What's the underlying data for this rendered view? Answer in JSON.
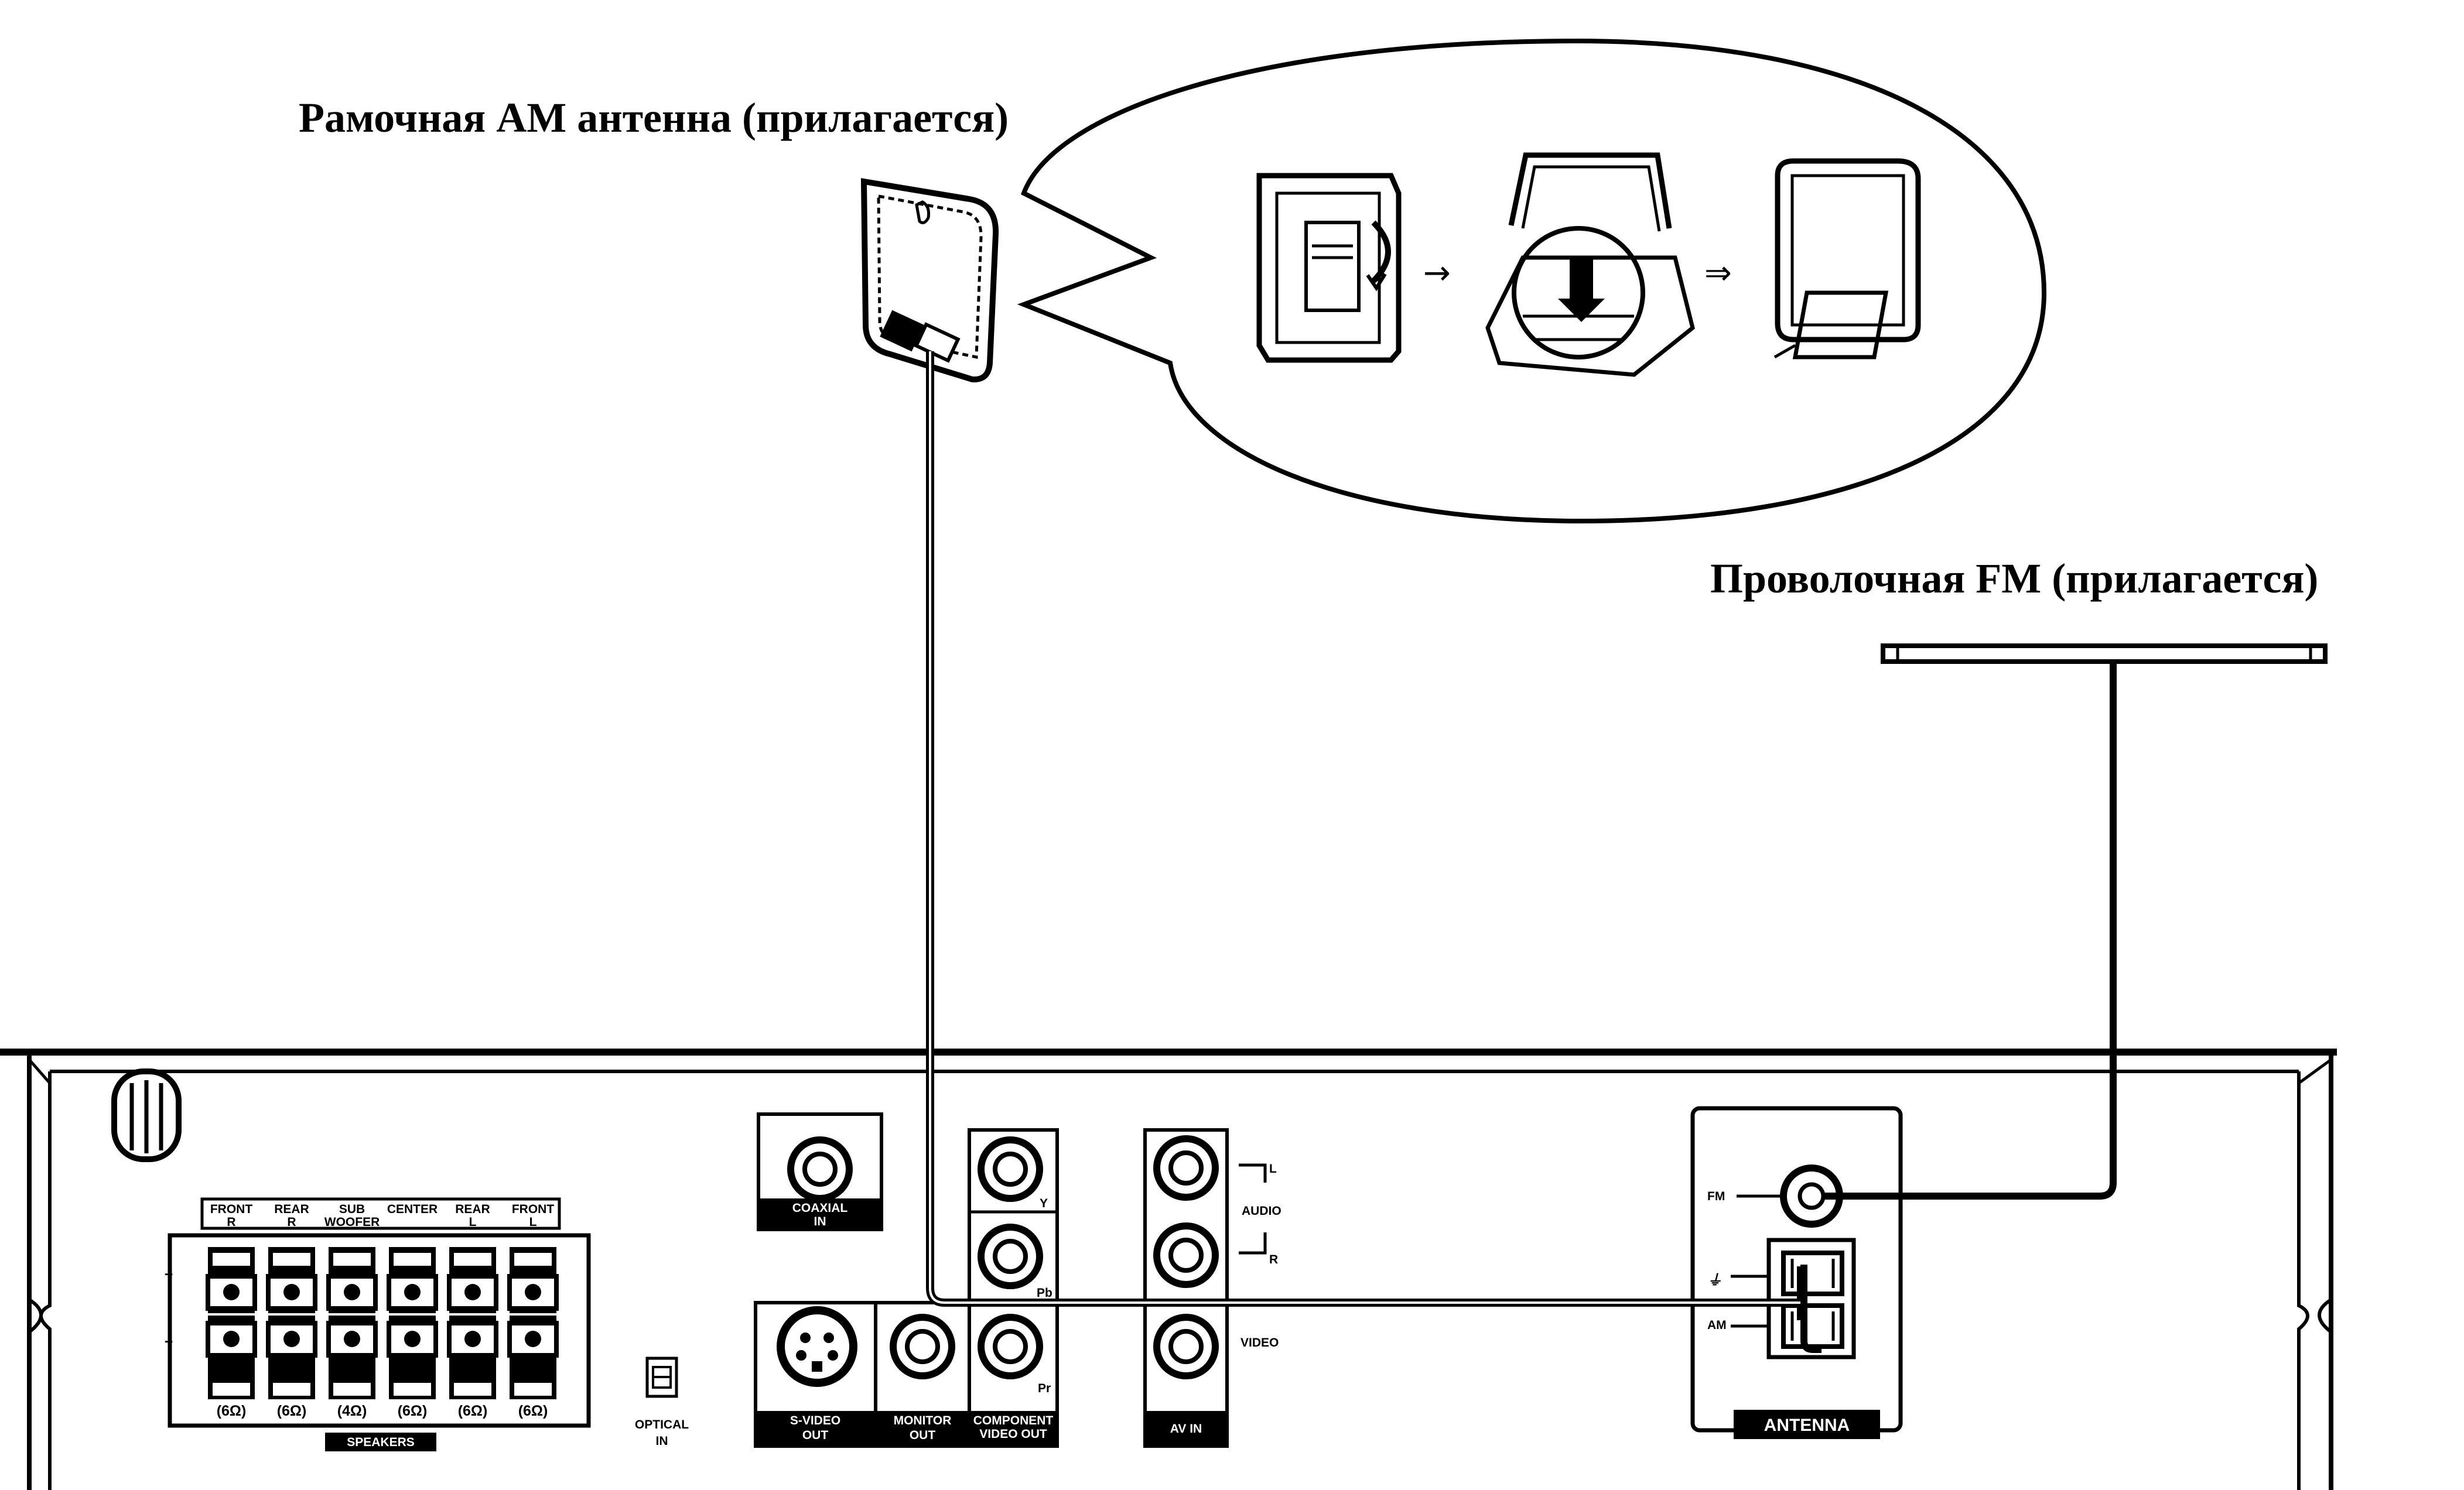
{
  "titles": {
    "am_antenna": "Рамочная AM антенна (прилагается)",
    "fm_antenna": "Проволочная FM (прилагается)"
  },
  "assembly": {
    "arrow_1": "→",
    "arrow_2": "⇒"
  },
  "speakers": {
    "channels": [
      {
        "line1": "FRONT",
        "line2": "R",
        "impedance": "(6Ω)"
      },
      {
        "line1": "REAR",
        "line2": "R",
        "impedance": "(6Ω)"
      },
      {
        "line1": "SUB",
        "line2": "WOOFER",
        "impedance": "(4Ω)"
      },
      {
        "line1": "CENTER",
        "line2": "",
        "impedance": "(6Ω)"
      },
      {
        "line1": "REAR",
        "line2": "L",
        "impedance": "(6Ω)"
      },
      {
        "line1": "FRONT",
        "line2": "L",
        "impedance": "(6Ω)"
      }
    ],
    "plus": "+",
    "minus": "−",
    "label": "SPEAKERS"
  },
  "ports": {
    "optical_in": [
      "OPTICAL",
      "IN"
    ],
    "coaxial_in": [
      "COAXIAL",
      "IN"
    ],
    "svideo_out": [
      "S-VIDEO",
      "OUT"
    ],
    "monitor_out": [
      "MONITOR",
      "OUT"
    ],
    "component": {
      "y": "Y",
      "pb": "Pb",
      "pr": "Pr",
      "label": [
        "COMPONENT",
        "VIDEO OUT"
      ]
    },
    "av_in": {
      "audio": "AUDIO",
      "l": "L",
      "r": "R",
      "video": "VIDEO",
      "label": "AV IN"
    }
  },
  "antenna_panel": {
    "fm": "FM",
    "am": "AM",
    "label": "ANTENNA"
  }
}
